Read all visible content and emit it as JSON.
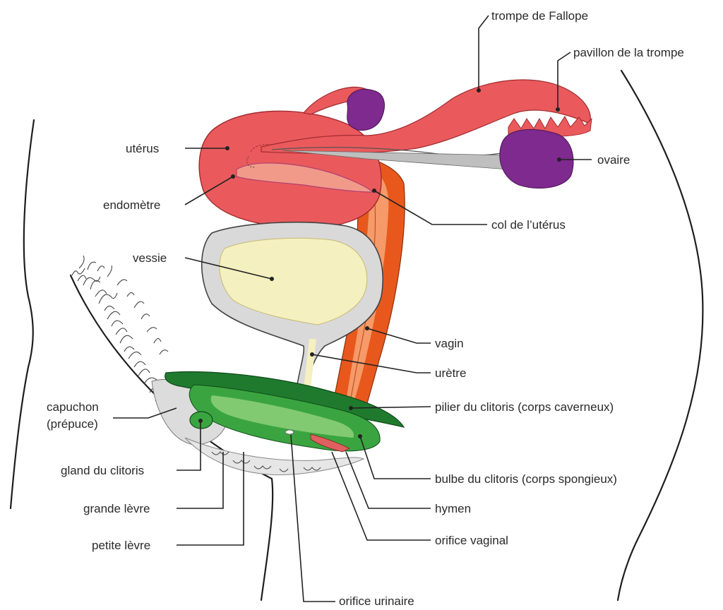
{
  "labels": {
    "trompe_fallope": "trompe de Fallope",
    "pavillon": "pavillon de la trompe",
    "uterus": "utérus",
    "ovaire": "ovaire",
    "endometre": "endomètre",
    "col": "col de l’utérus",
    "vessie": "vessie",
    "vagin": "vagin",
    "uretre": "urètre",
    "capuchon_1": "capuchon",
    "capuchon_2": "(prépuce)",
    "pilier": "pilier du clitoris (corps caverneux)",
    "gland": "gland du clitoris",
    "bulbe": "bulbe du clitoris (corps spongieux)",
    "grande_levre": "grande lèvre",
    "hymen": "hymen",
    "petite_levre": "petite lèvre",
    "orifice_vaginal": "orifice vaginal",
    "orifice_urinaire": "orifice urinaire"
  },
  "colors": {
    "uterus": "#ea5a5c",
    "endometrium": "#f29a8a",
    "ovary": "#7e2a8e",
    "vagina": "#e8581c",
    "vagina_inner": "#f59a68",
    "bladder_wall": "#d9d9d9",
    "bladder_urine": "#f4f0bf",
    "clitoris_dark": "#1f7a2e",
    "clitoris_mid": "#3aa540",
    "clitoris_light": "#8fd07a",
    "hood": "#cfe0cf"
  }
}
